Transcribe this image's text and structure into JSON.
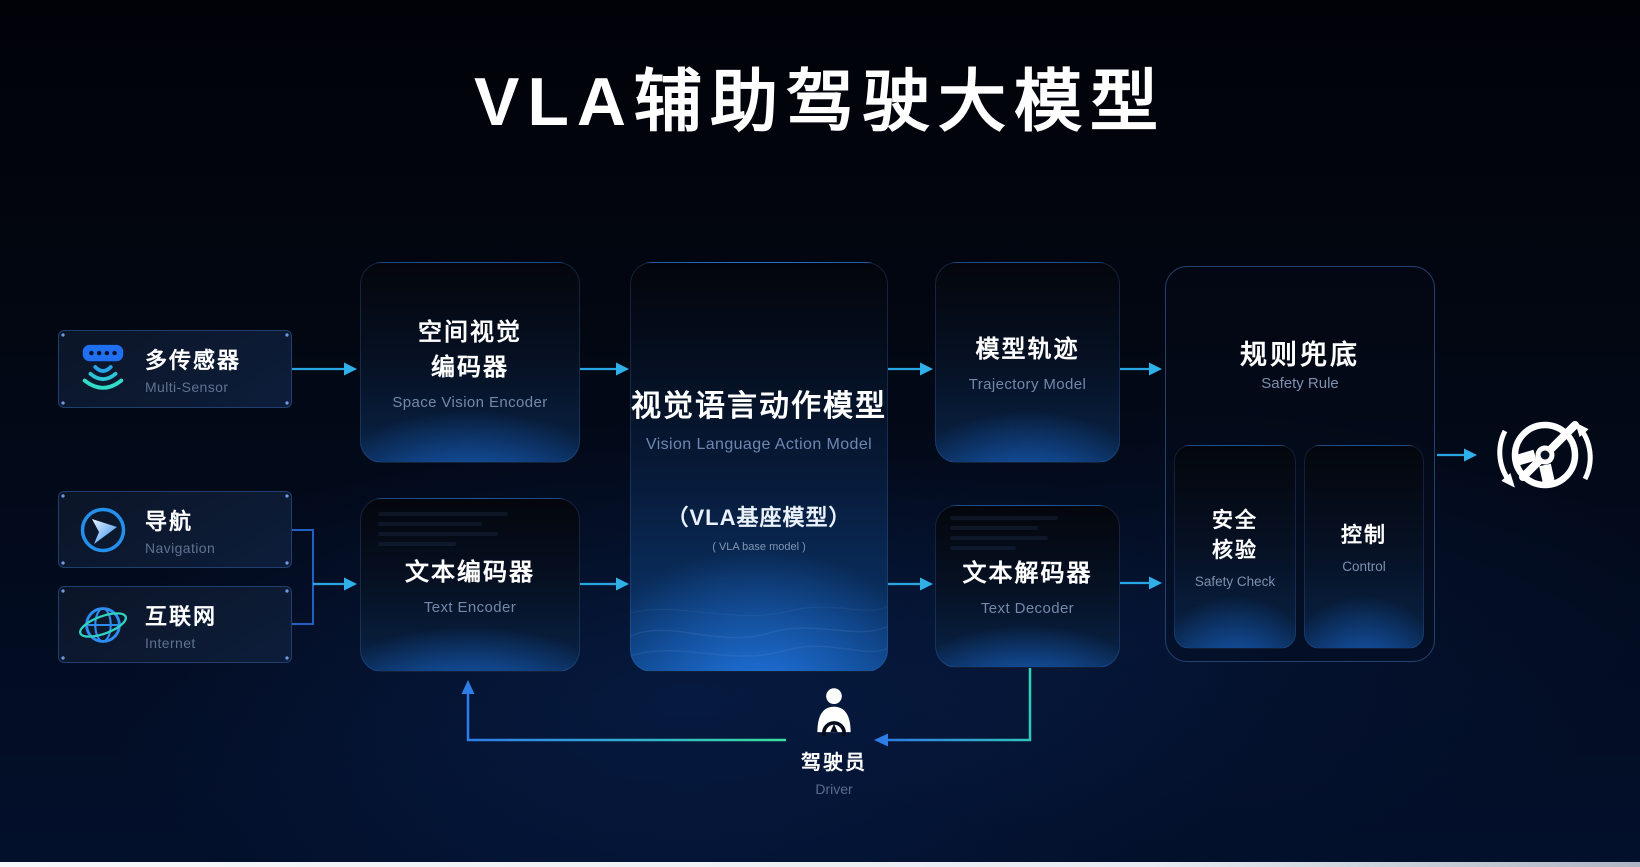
{
  "title": "VLA辅助驾驶大模型",
  "inputs": [
    {
      "zh": "多传感器",
      "en": "Multi-Sensor",
      "icon": "multi-sensor-icon"
    },
    {
      "zh": "导航",
      "en": "Navigation",
      "icon": "navigation-icon"
    },
    {
      "zh": "互联网",
      "en": "Internet",
      "icon": "internet-icon"
    }
  ],
  "nodes": {
    "space_vision_encoder": {
      "zh1": "空间视觉",
      "zh2": "编码器",
      "en": "Space Vision Encoder"
    },
    "text_encoder": {
      "zh": "文本编码器",
      "en": "Text Encoder"
    },
    "vla_model": {
      "zh": "视觉语言动作模型",
      "en": "Vision Language Action Model",
      "sub_zh": "（VLA基座模型）",
      "sub_en": "( VLA base model )"
    },
    "trajectory_model": {
      "zh": "模型轨迹",
      "en": "Trajectory Model"
    },
    "text_decoder": {
      "zh": "文本解码器",
      "en": "Text Decoder"
    },
    "safety_rule": {
      "zh": "规则兜底",
      "en": "Safety Rule"
    },
    "safety_check": {
      "zh1": "安全",
      "zh2": "核验",
      "en": "Safety Check"
    },
    "control": {
      "zh": "控制",
      "en": "Control"
    },
    "driver": {
      "zh": "驾驶员",
      "en": "Driver"
    }
  },
  "icons": {
    "output": "steering-wheel-rotate-icon",
    "driver": "driver-icon"
  },
  "colors": {
    "arrow_cyan": "#2aa9e0",
    "feedback_blue": "#2e7ce6",
    "feedback_green": "#3ae09c",
    "icon_blue": "#1f6ff0",
    "icon_teal": "#32dcc8",
    "text_secondary": "#7e90b0"
  }
}
